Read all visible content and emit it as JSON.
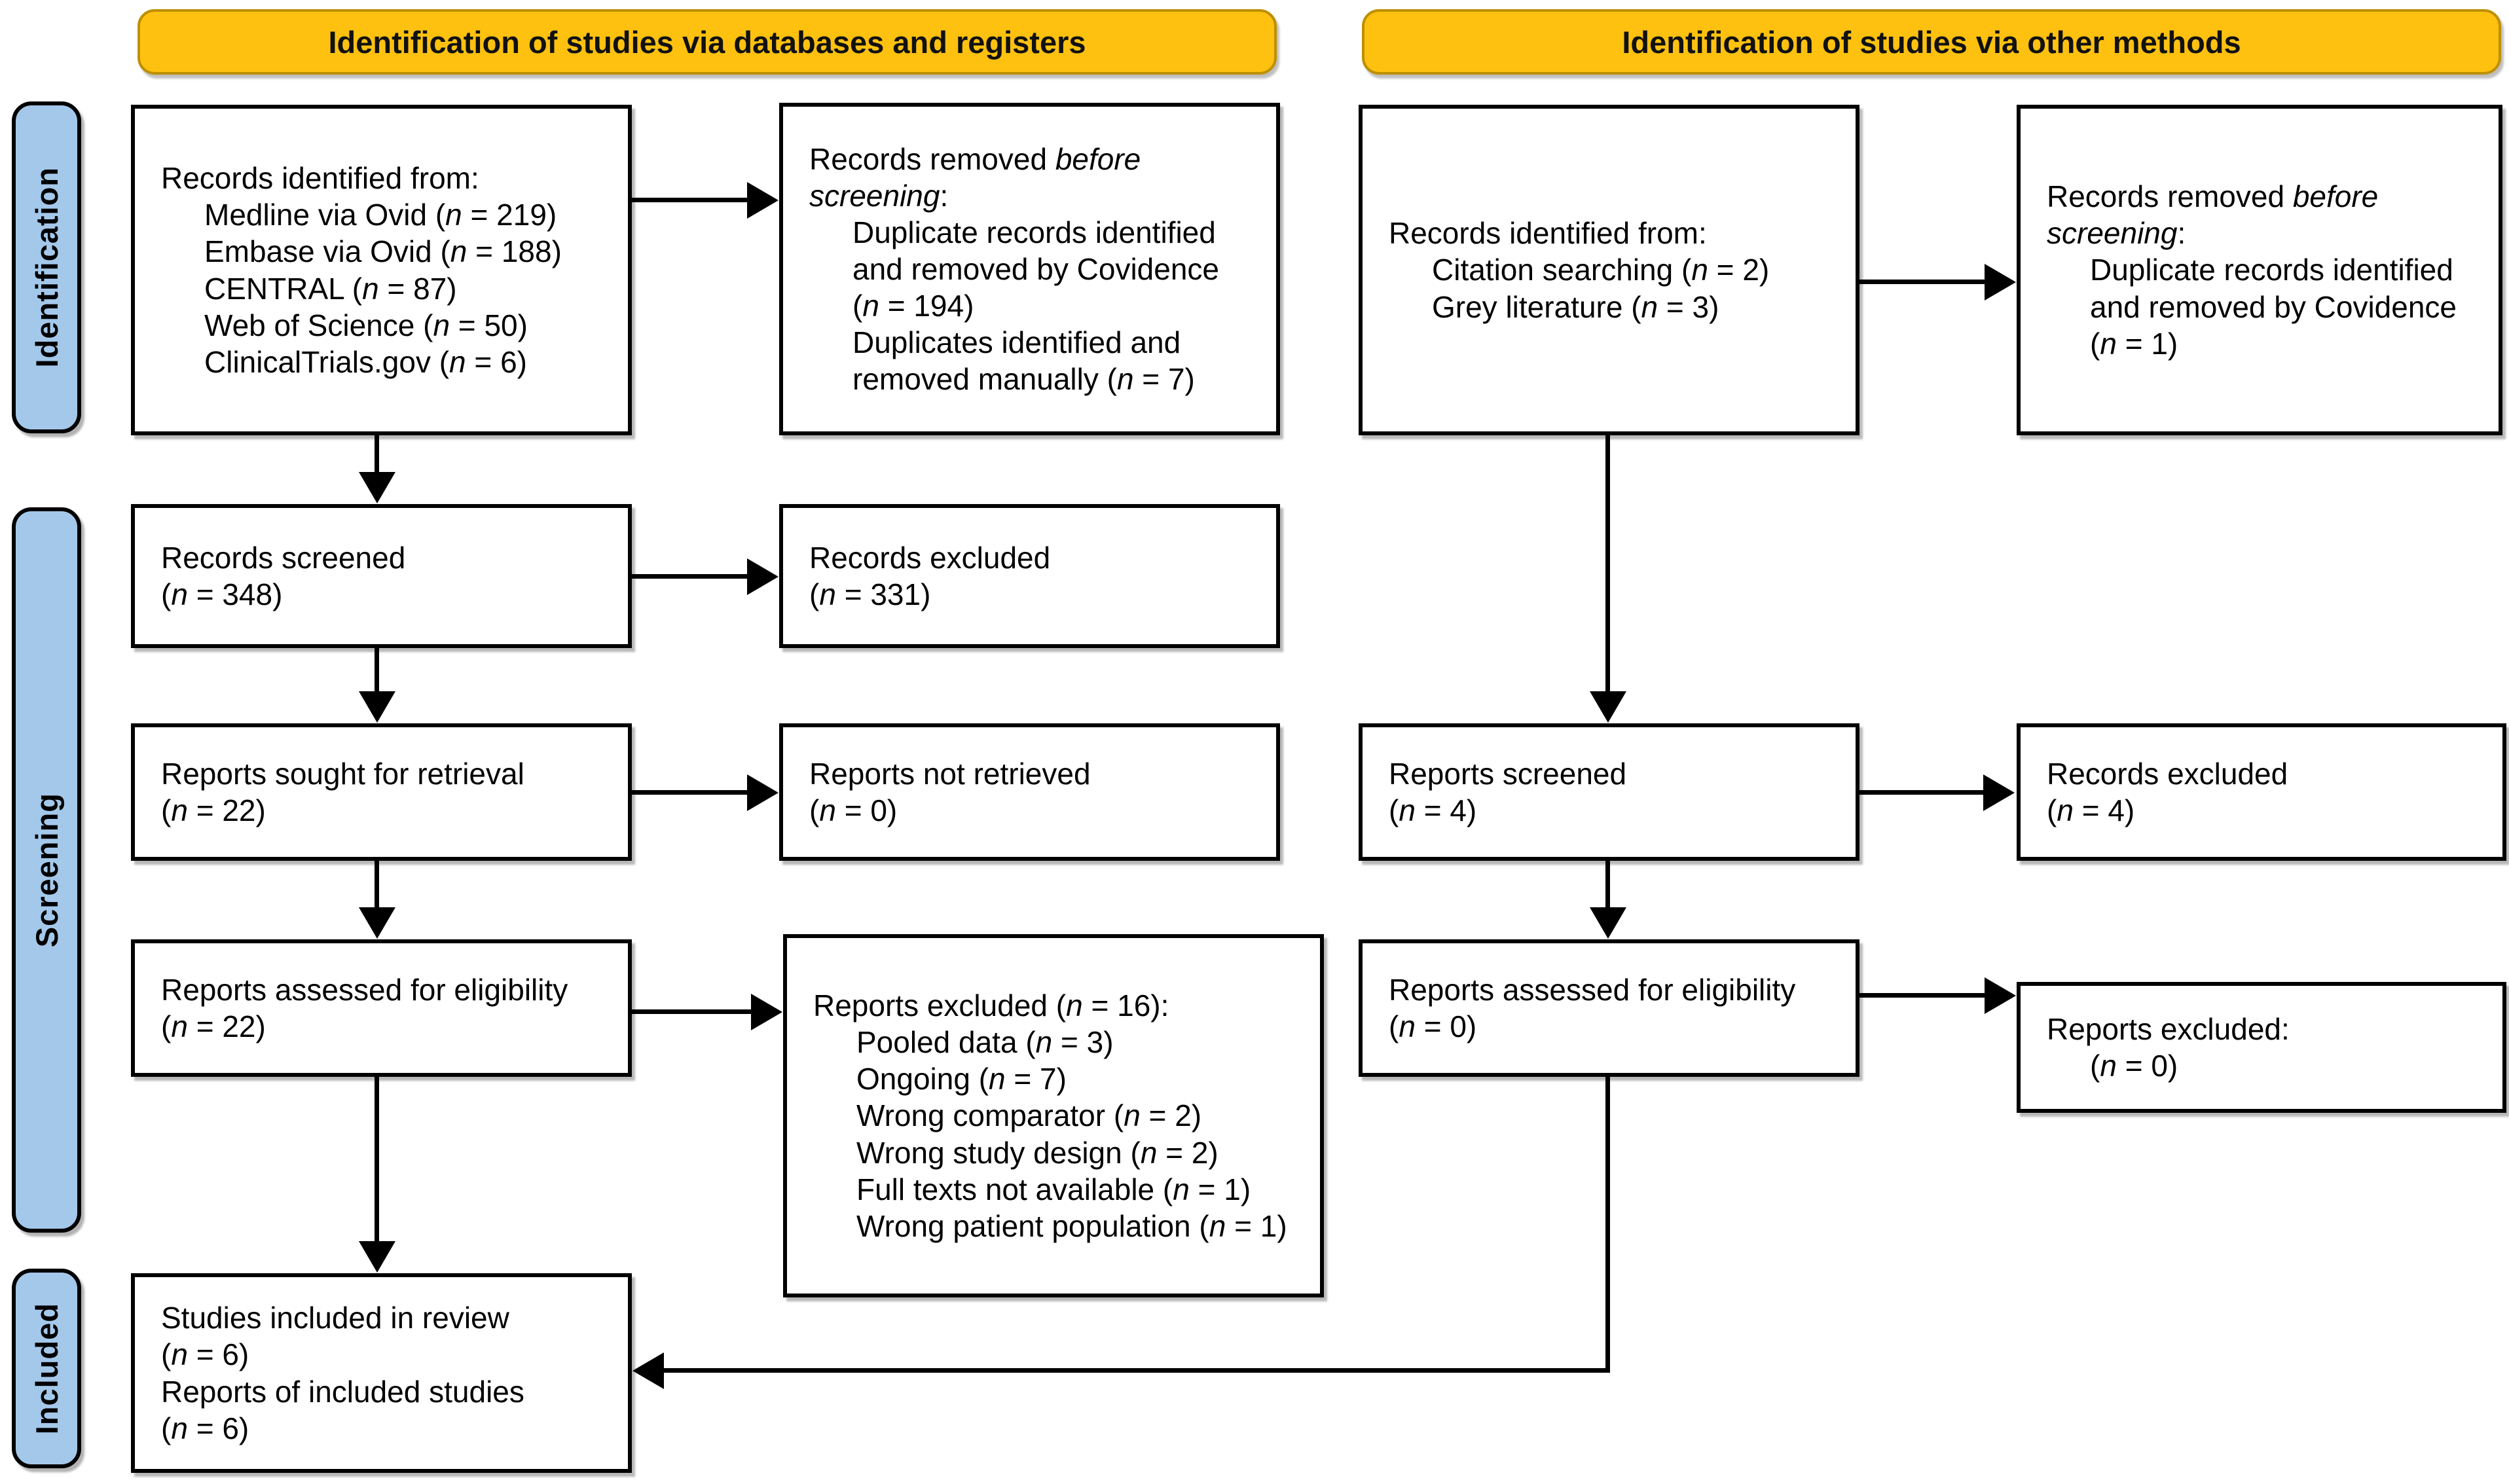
{
  "banners": {
    "databases": "Identification of studies via databases and registers",
    "other": "Identification of studies via other methods"
  },
  "stages": {
    "identification": "Identification",
    "screening": "Screening",
    "included": "Included"
  },
  "colors": {
    "banner_fill": "#FEC110",
    "banner_border": "#BD9000",
    "stage_fill": "#A4C8EA",
    "box_border": "#000000"
  },
  "boxes": {
    "db_identified": {
      "lines": [
        {
          "text": "Records identified from:",
          "indent": false
        },
        {
          "text": "Medline via Ovid (*n* = 219)",
          "indent": true
        },
        {
          "text": "Embase via Ovid (*n* = 188)",
          "indent": true
        },
        {
          "text": "CENTRAL (*n* = 87)",
          "indent": true
        },
        {
          "text": "Web of Science (*n* = 50)",
          "indent": true
        },
        {
          "text": "ClinicalTrials.gov (*n* = 6)",
          "indent": true
        }
      ]
    },
    "db_removed": {
      "lines": [
        {
          "text": "Records removed *before screening*:",
          "indent": false
        },
        {
          "text": "Duplicate records identified and removed by Covidence",
          "indent": true
        },
        {
          "text": "(*n* = 194)",
          "indent": true
        },
        {
          "text": "Duplicates identified and removed manually (*n* = 7)",
          "indent": true
        }
      ]
    },
    "db_screened": {
      "lines": [
        {
          "text": "Records screened",
          "indent": false
        },
        {
          "text": "(*n* = 348)",
          "indent": false
        }
      ]
    },
    "db_excluded": {
      "lines": [
        {
          "text": "Records excluded",
          "indent": false
        },
        {
          "text": "(*n* = 331)",
          "indent": false
        }
      ]
    },
    "db_sought": {
      "lines": [
        {
          "text": "Reports sought for retrieval",
          "indent": false
        },
        {
          "text": "(*n* = 22)",
          "indent": false
        }
      ]
    },
    "db_not_retrieved": {
      "lines": [
        {
          "text": "Reports not retrieved",
          "indent": false
        },
        {
          "text": "(*n* = 0)",
          "indent": false
        }
      ]
    },
    "db_assessed": {
      "lines": [
        {
          "text": "Reports assessed for eligibility",
          "indent": false
        },
        {
          "text": "(*n* = 22)",
          "indent": false
        }
      ]
    },
    "db_reports_excluded": {
      "lines": [
        {
          "text": "Reports excluded (*n* = 16):",
          "indent": false
        },
        {
          "text": "Pooled data (*n* = 3)",
          "indent": true
        },
        {
          "text": "Ongoing (*n* = 7)",
          "indent": true
        },
        {
          "text": "Wrong comparator (*n* = 2)",
          "indent": true
        },
        {
          "text": "Wrong study design (*n* = 2)",
          "indent": true
        },
        {
          "text": "Full texts not available (*n* = 1)",
          "indent": true
        },
        {
          "text": "Wrong patient population (*n* = 1)",
          "indent": true
        }
      ]
    },
    "included_studies": {
      "lines": [
        {
          "text": "Studies included in review",
          "indent": false
        },
        {
          "text": "(*n* = 6)",
          "indent": false
        },
        {
          "text": "Reports of included studies",
          "indent": false
        },
        {
          "text": "(*n* = 6)",
          "indent": false
        }
      ]
    },
    "other_identified": {
      "lines": [
        {
          "text": "Records identified from:",
          "indent": false
        },
        {
          "text": "Citation searching (*n* = 2)",
          "indent": true
        },
        {
          "text": "Grey literature (*n* = 3)",
          "indent": true
        }
      ]
    },
    "other_removed": {
      "lines": [
        {
          "text": "Records removed *before screening*:",
          "indent": false
        },
        {
          "text": "Duplicate records identified and removed by Covidence",
          "indent": true
        },
        {
          "text": "(*n* = 1)",
          "indent": true
        }
      ]
    },
    "other_screened": {
      "lines": [
        {
          "text": "Reports screened",
          "indent": false
        },
        {
          "text": "(*n* = 4)",
          "indent": false
        }
      ]
    },
    "other_excluded": {
      "lines": [
        {
          "text": "Records excluded",
          "indent": false
        },
        {
          "text": "(*n* = 4)",
          "indent": false
        }
      ]
    },
    "other_assessed": {
      "lines": [
        {
          "text": "Reports assessed for eligibility",
          "indent": false
        },
        {
          "text": "(*n* = 0)",
          "indent": false
        }
      ]
    },
    "other_reports_excluded": {
      "lines": [
        {
          "text": "Reports excluded:",
          "indent": false
        },
        {
          "text": "(*n* = 0)",
          "indent": true
        }
      ]
    }
  }
}
